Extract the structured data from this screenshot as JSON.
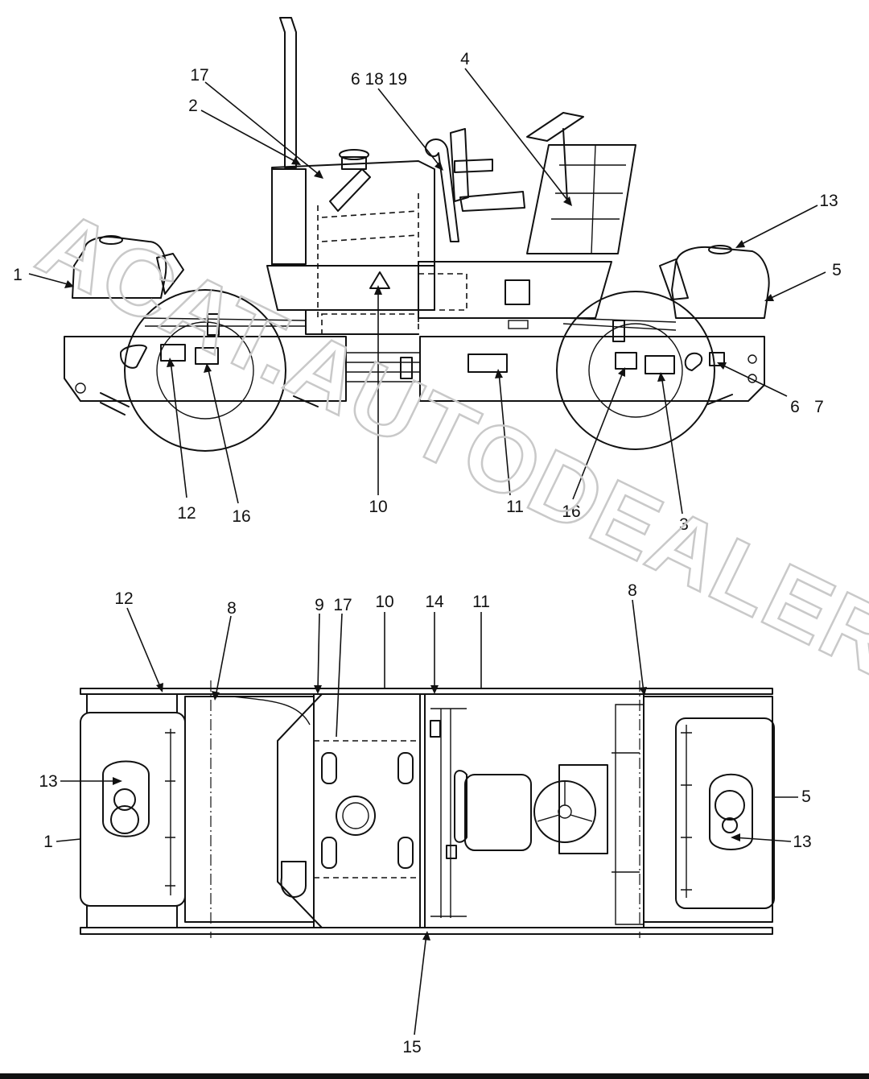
{
  "watermark": "ACAT.AUTODEALER.RU",
  "side_view": {
    "callouts": [
      {
        "id": "c1",
        "text": "1"
      },
      {
        "id": "c2",
        "text": "2"
      },
      {
        "id": "c17",
        "text": "17"
      },
      {
        "id": "c61819",
        "text": "6 18 19"
      },
      {
        "id": "c4",
        "text": "4"
      },
      {
        "id": "c13",
        "text": "13"
      },
      {
        "id": "c5",
        "text": "5"
      },
      {
        "id": "c6",
        "text": "6"
      },
      {
        "id": "c7",
        "text": "7"
      },
      {
        "id": "c12",
        "text": "12"
      },
      {
        "id": "c16a",
        "text": "16"
      },
      {
        "id": "c10",
        "text": "10"
      },
      {
        "id": "c11",
        "text": "11"
      },
      {
        "id": "c16b",
        "text": "16"
      },
      {
        "id": "c3",
        "text": "3"
      }
    ]
  },
  "top_view": {
    "callouts": [
      {
        "id": "t12",
        "text": "12"
      },
      {
        "id": "t8a",
        "text": "8"
      },
      {
        "id": "t9",
        "text": "9"
      },
      {
        "id": "t17",
        "text": "17"
      },
      {
        "id": "t10",
        "text": "10"
      },
      {
        "id": "t14",
        "text": "14"
      },
      {
        "id": "t11",
        "text": "11"
      },
      {
        "id": "t8b",
        "text": "8"
      },
      {
        "id": "t13a",
        "text": "13"
      },
      {
        "id": "t1",
        "text": "1"
      },
      {
        "id": "t5",
        "text": "5"
      },
      {
        "id": "t13b",
        "text": "13"
      },
      {
        "id": "t15",
        "text": "15"
      }
    ]
  }
}
